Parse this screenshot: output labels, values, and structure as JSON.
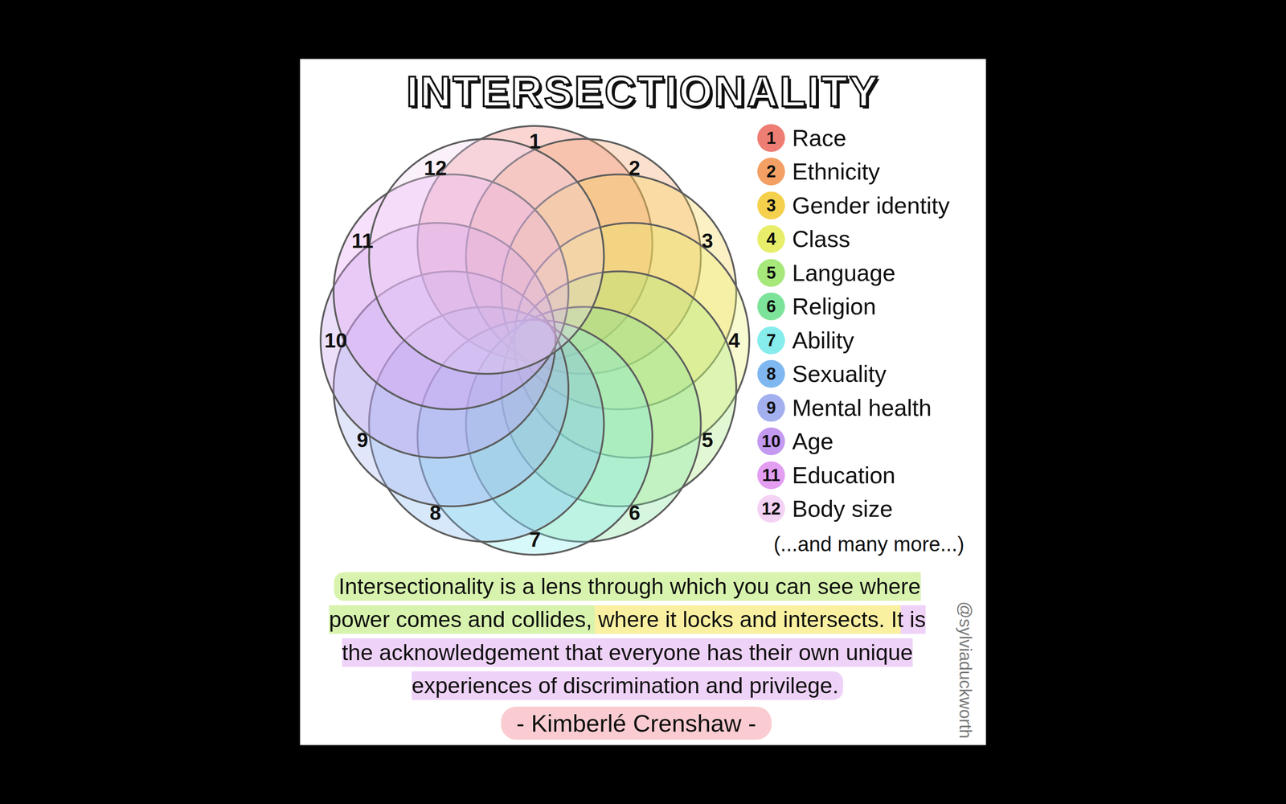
{
  "diagram": {
    "title": "INTERSECTIONALITY",
    "caption": "Intersectionality is a lens through which you can see where power comes and collides, where it locks and intersects. It is the acknowledgement that everyone has their own unique experiences of discrimination and privilege.",
    "labels": [
      "1",
      "2",
      "3",
      "4",
      "5",
      "6",
      "7",
      "8",
      "9",
      "10",
      "11",
      "12",
      "1",
      "2",
      "3",
      "4",
      "5",
      "6",
      "7",
      "8",
      "9",
      "10",
      "11",
      "12",
      "(...and many more...)",
      "- Kimberlé Crenshaw -",
      "@sylviaduckworth"
    ],
    "legend": [
      {
        "text": "Race",
        "color": "#ee7d73"
      },
      {
        "text": "Ethnicity",
        "color": "#f4a064"
      },
      {
        "text": "Gender identity",
        "color": "#f5d04c"
      },
      {
        "text": "Class",
        "color": "#e8ee6a"
      },
      {
        "text": "Language",
        "color": "#a6e87a"
      },
      {
        "text": "Religion",
        "color": "#7ee39a"
      },
      {
        "text": "Ability",
        "color": "#86ecec"
      },
      {
        "text": "Sexuality",
        "color": "#7fb8f0"
      },
      {
        "text": "Mental health",
        "color": "#a3b0f0"
      },
      {
        "text": "Age",
        "color": "#c39af0"
      },
      {
        "text": "Education",
        "color": "#e39ef2"
      },
      {
        "text": "Body size",
        "color": "#f4d2f4"
      }
    ]
  }
}
